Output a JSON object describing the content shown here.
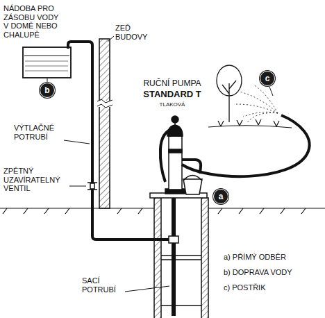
{
  "diagram": {
    "nodes": [
      {
        "text": [
          "b"
        ]
      },
      {
        "text": [
          "c"
        ]
      },
      {
        "text": [
          "a"
        ]
      }
    ],
    "labels": [
      "NÁDOBA PRO ZÁSOBU VODY V DOMĚ NEBO CHALUPĚ",
      "ZEĎ BUDOVY",
      "RUČNÍ PUMPA",
      "STANDARD T",
      "TLAKOVÁ",
      "VÝTLAČNÉ POTRUBÍ",
      "ZPĚTNÝ UZAVÍRATELNÝ VENTIL",
      "SACÍ POTRUBÍ",
      "a) PŘÍMÝ ODBĚR",
      "b) DOPRAVA VODY",
      "c) POSTŘIK"
    ]
  }
}
